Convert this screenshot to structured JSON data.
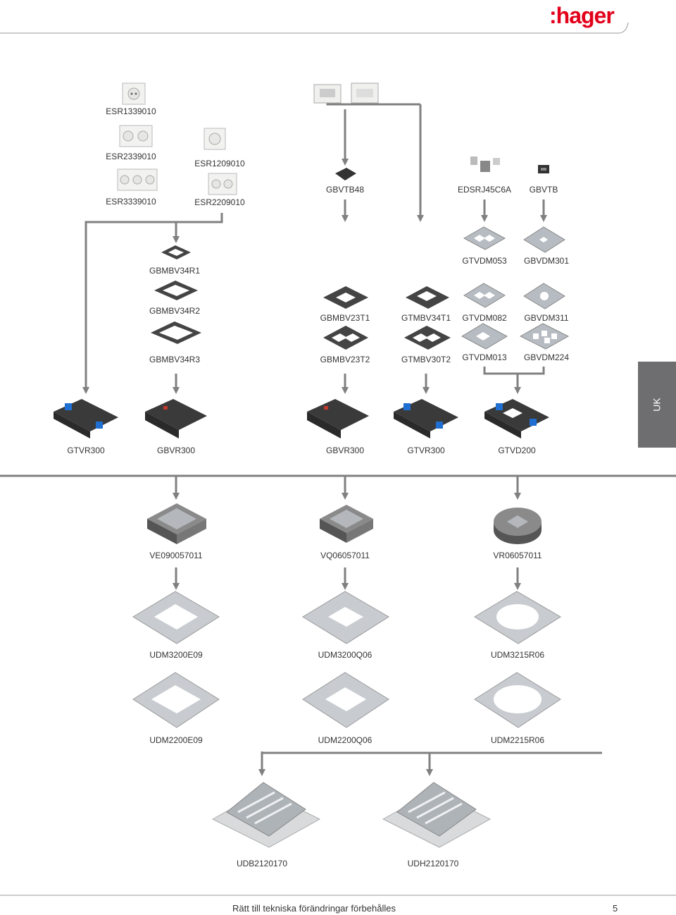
{
  "brand": {
    "logo_text": "hager",
    "accent_color": "#e2001a"
  },
  "side_tab": {
    "label": "UK",
    "color": "#6e6e70"
  },
  "line_color": "#808080",
  "labels": {
    "esr1339010": "ESR1339010",
    "esr2339010": "ESR2339010",
    "esr3339010": "ESR3339010",
    "esr1209010": "ESR1209010",
    "esr2209010": "ESR2209010",
    "gbvtb48": "GBVTB48",
    "edsrj45c6a": "EDSRJ45C6A",
    "gbvtb": "GBVTB",
    "gbmbv34r1": "GBMBV34R1",
    "gbmbv34r2": "GBMBV34R2",
    "gbmbv34r3": "GBMBV34R3",
    "gbmbv23t1": "GBMBV23T1",
    "gbmbv23t2": "GBMBV23T2",
    "gtmbv34t1": "GTMBV34T1",
    "gtmbv30t2": "GTMBV30T2",
    "gtvdm053": "GTVDM053",
    "gtvdm082": "GTVDM082",
    "gtvdm013": "GTVDM013",
    "gbvdm301": "GBVDM301",
    "gbvdm311": "GBVDM311",
    "gbvdm224": "GBVDM224",
    "gtvr300_a": "GTVR300",
    "gbvr300_a": "GBVR300",
    "gbvr300_b": "GBVR300",
    "gtvr300_b": "GTVR300",
    "gtvd200": "GTVD200",
    "ve090057011": "VE090057011",
    "vq06057011": "VQ06057011",
    "vr06057011": "VR06057011",
    "udm3200e09": "UDM3200E09",
    "udm3200q06": "UDM3200Q06",
    "udm3215r06": "UDM3215R06",
    "udm2200e09": "UDM2200E09",
    "udm2200q06": "UDM2200Q06",
    "udm2215r06": "UDM2215R06",
    "udb2120170": "UDB2120170",
    "udh2120170": "UDH2120170"
  },
  "footer": {
    "text": "Rätt till tekniska förändringar förbehålles",
    "page_number": "5"
  }
}
